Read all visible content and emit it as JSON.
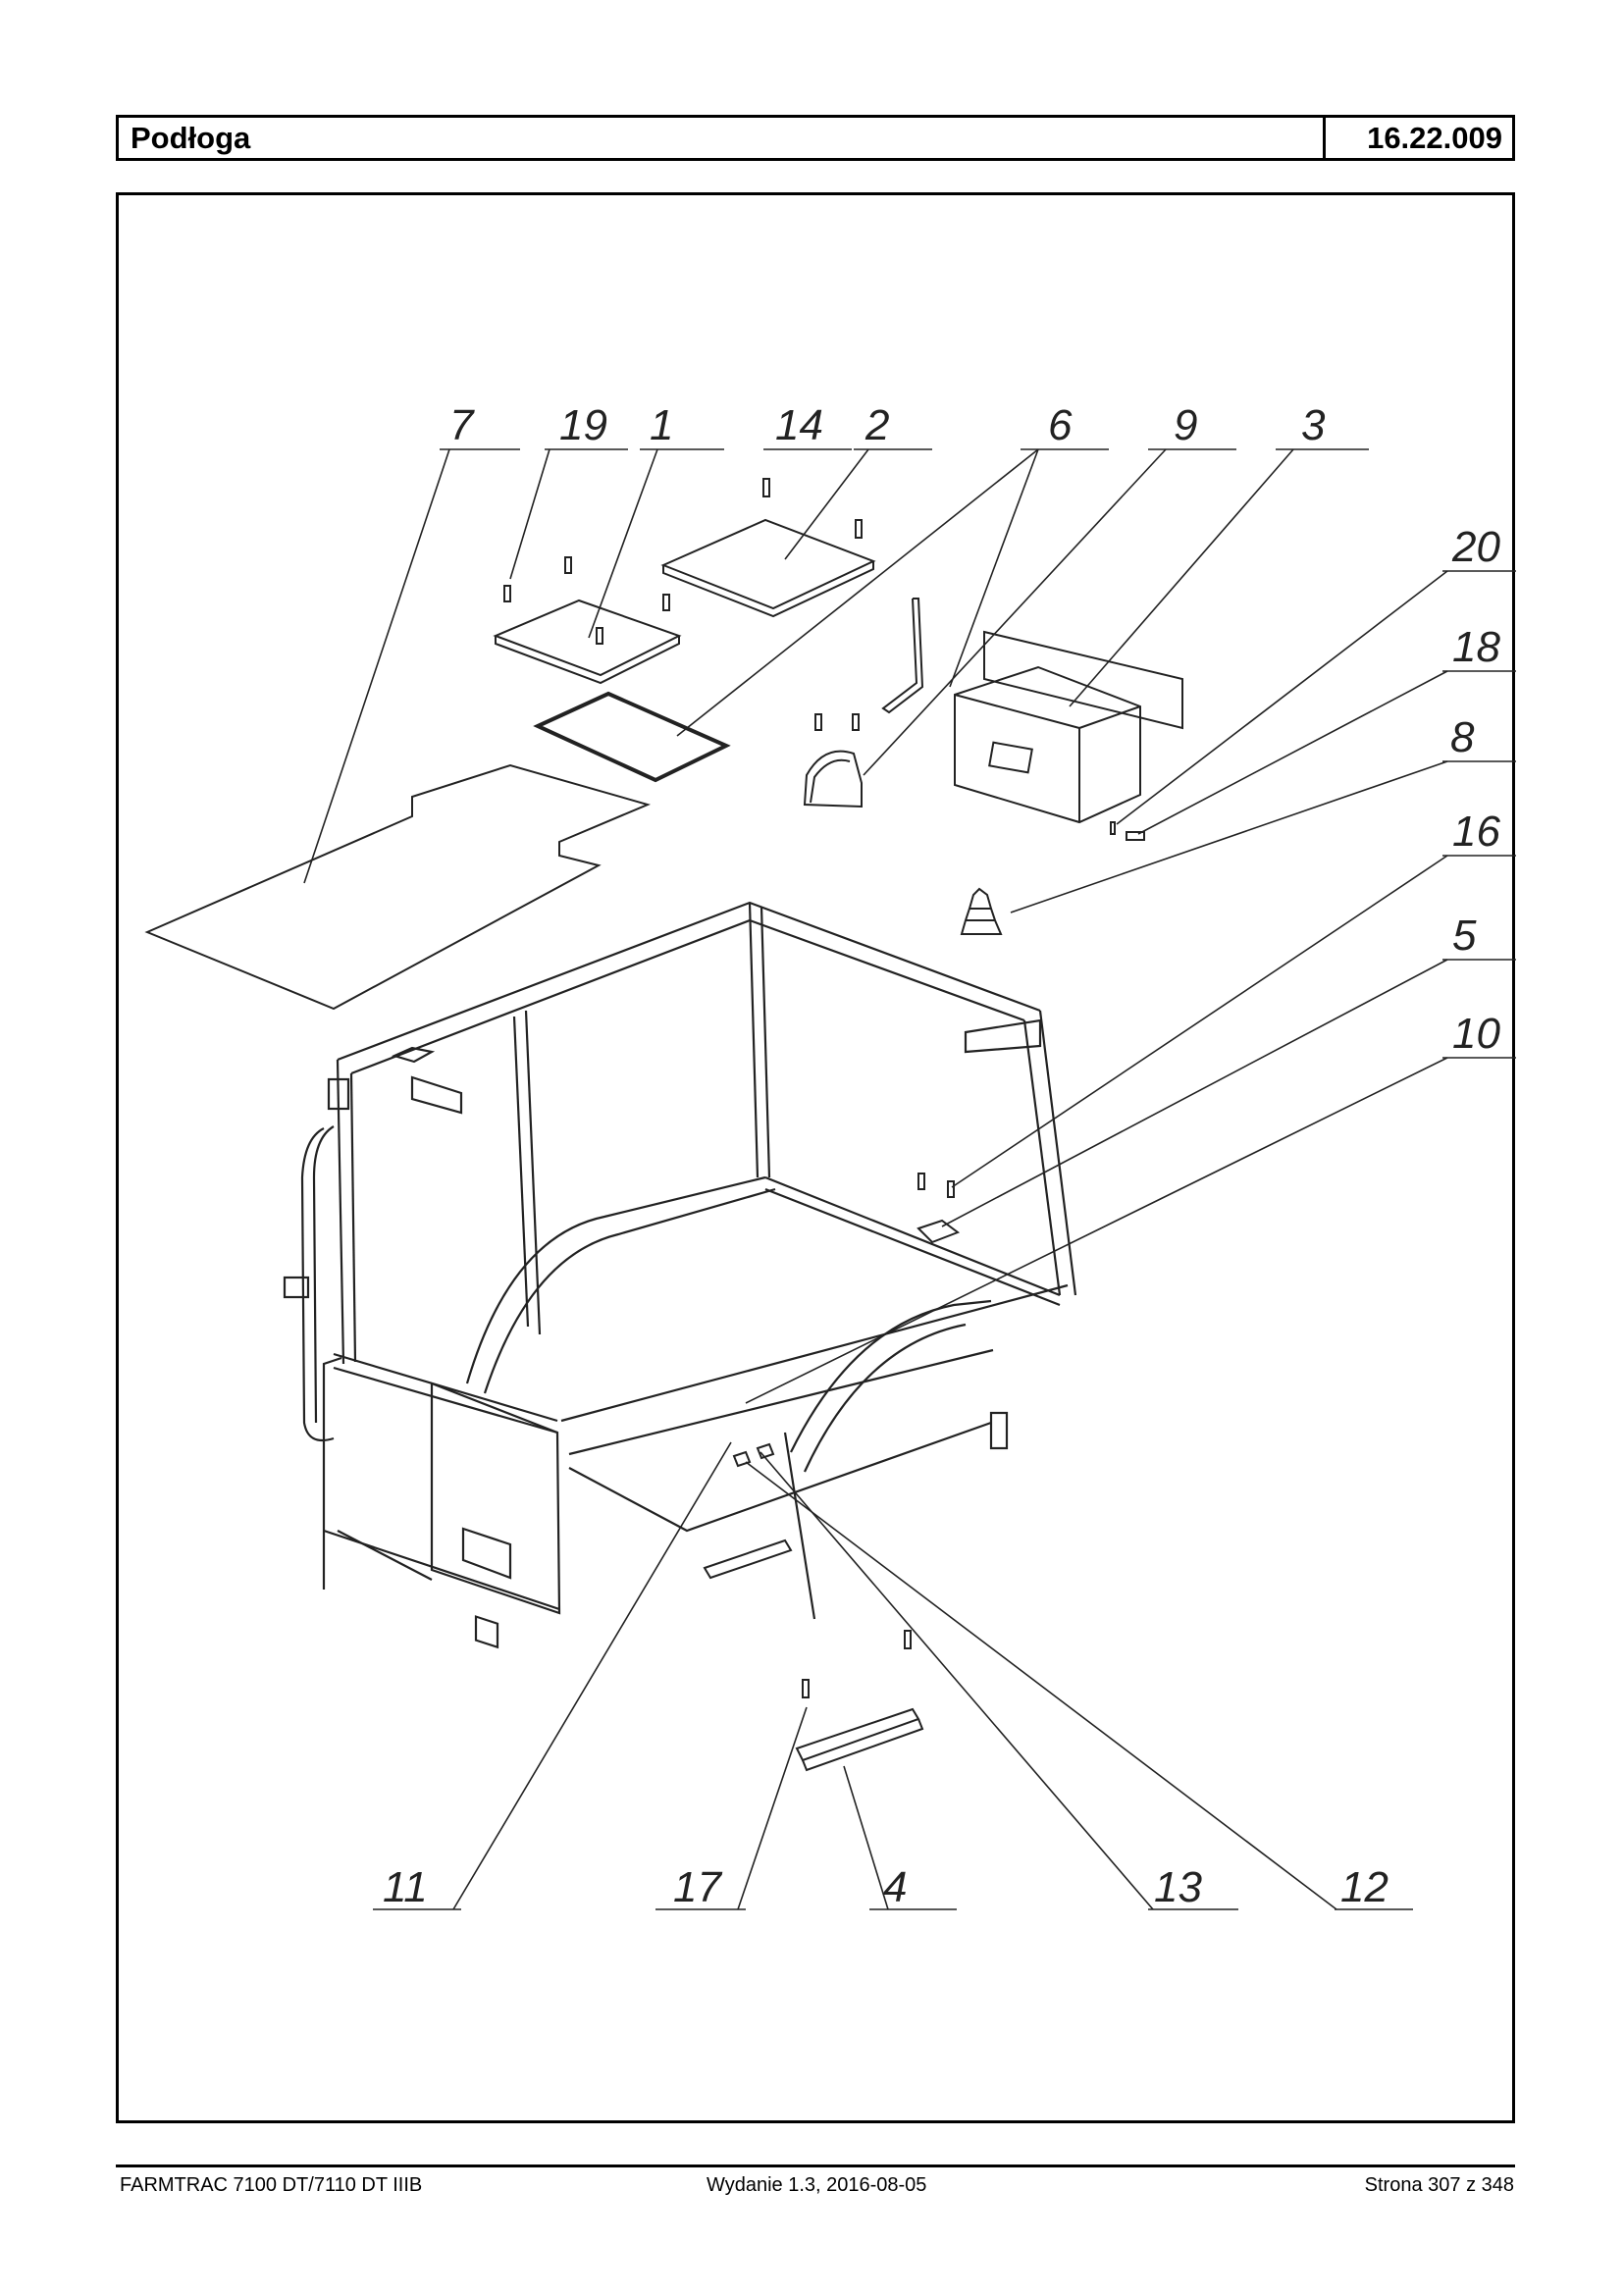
{
  "header": {
    "title": "Podłoga",
    "code": "16.22.009"
  },
  "parts": {
    "top": [
      "7",
      "19",
      "1",
      "14",
      "2",
      "6",
      "9",
      "3"
    ],
    "right": [
      "20",
      "18",
      "8",
      "16",
      "5",
      "10"
    ],
    "bottom": [
      "11",
      "17",
      "4",
      "13",
      "12"
    ]
  },
  "footer": {
    "model": "FARMTRAC 7100 DT/7110 DT IIIB",
    "edition": "Wydanie 1.3,  2016-08-05",
    "page": "Strona 307 z 348"
  }
}
